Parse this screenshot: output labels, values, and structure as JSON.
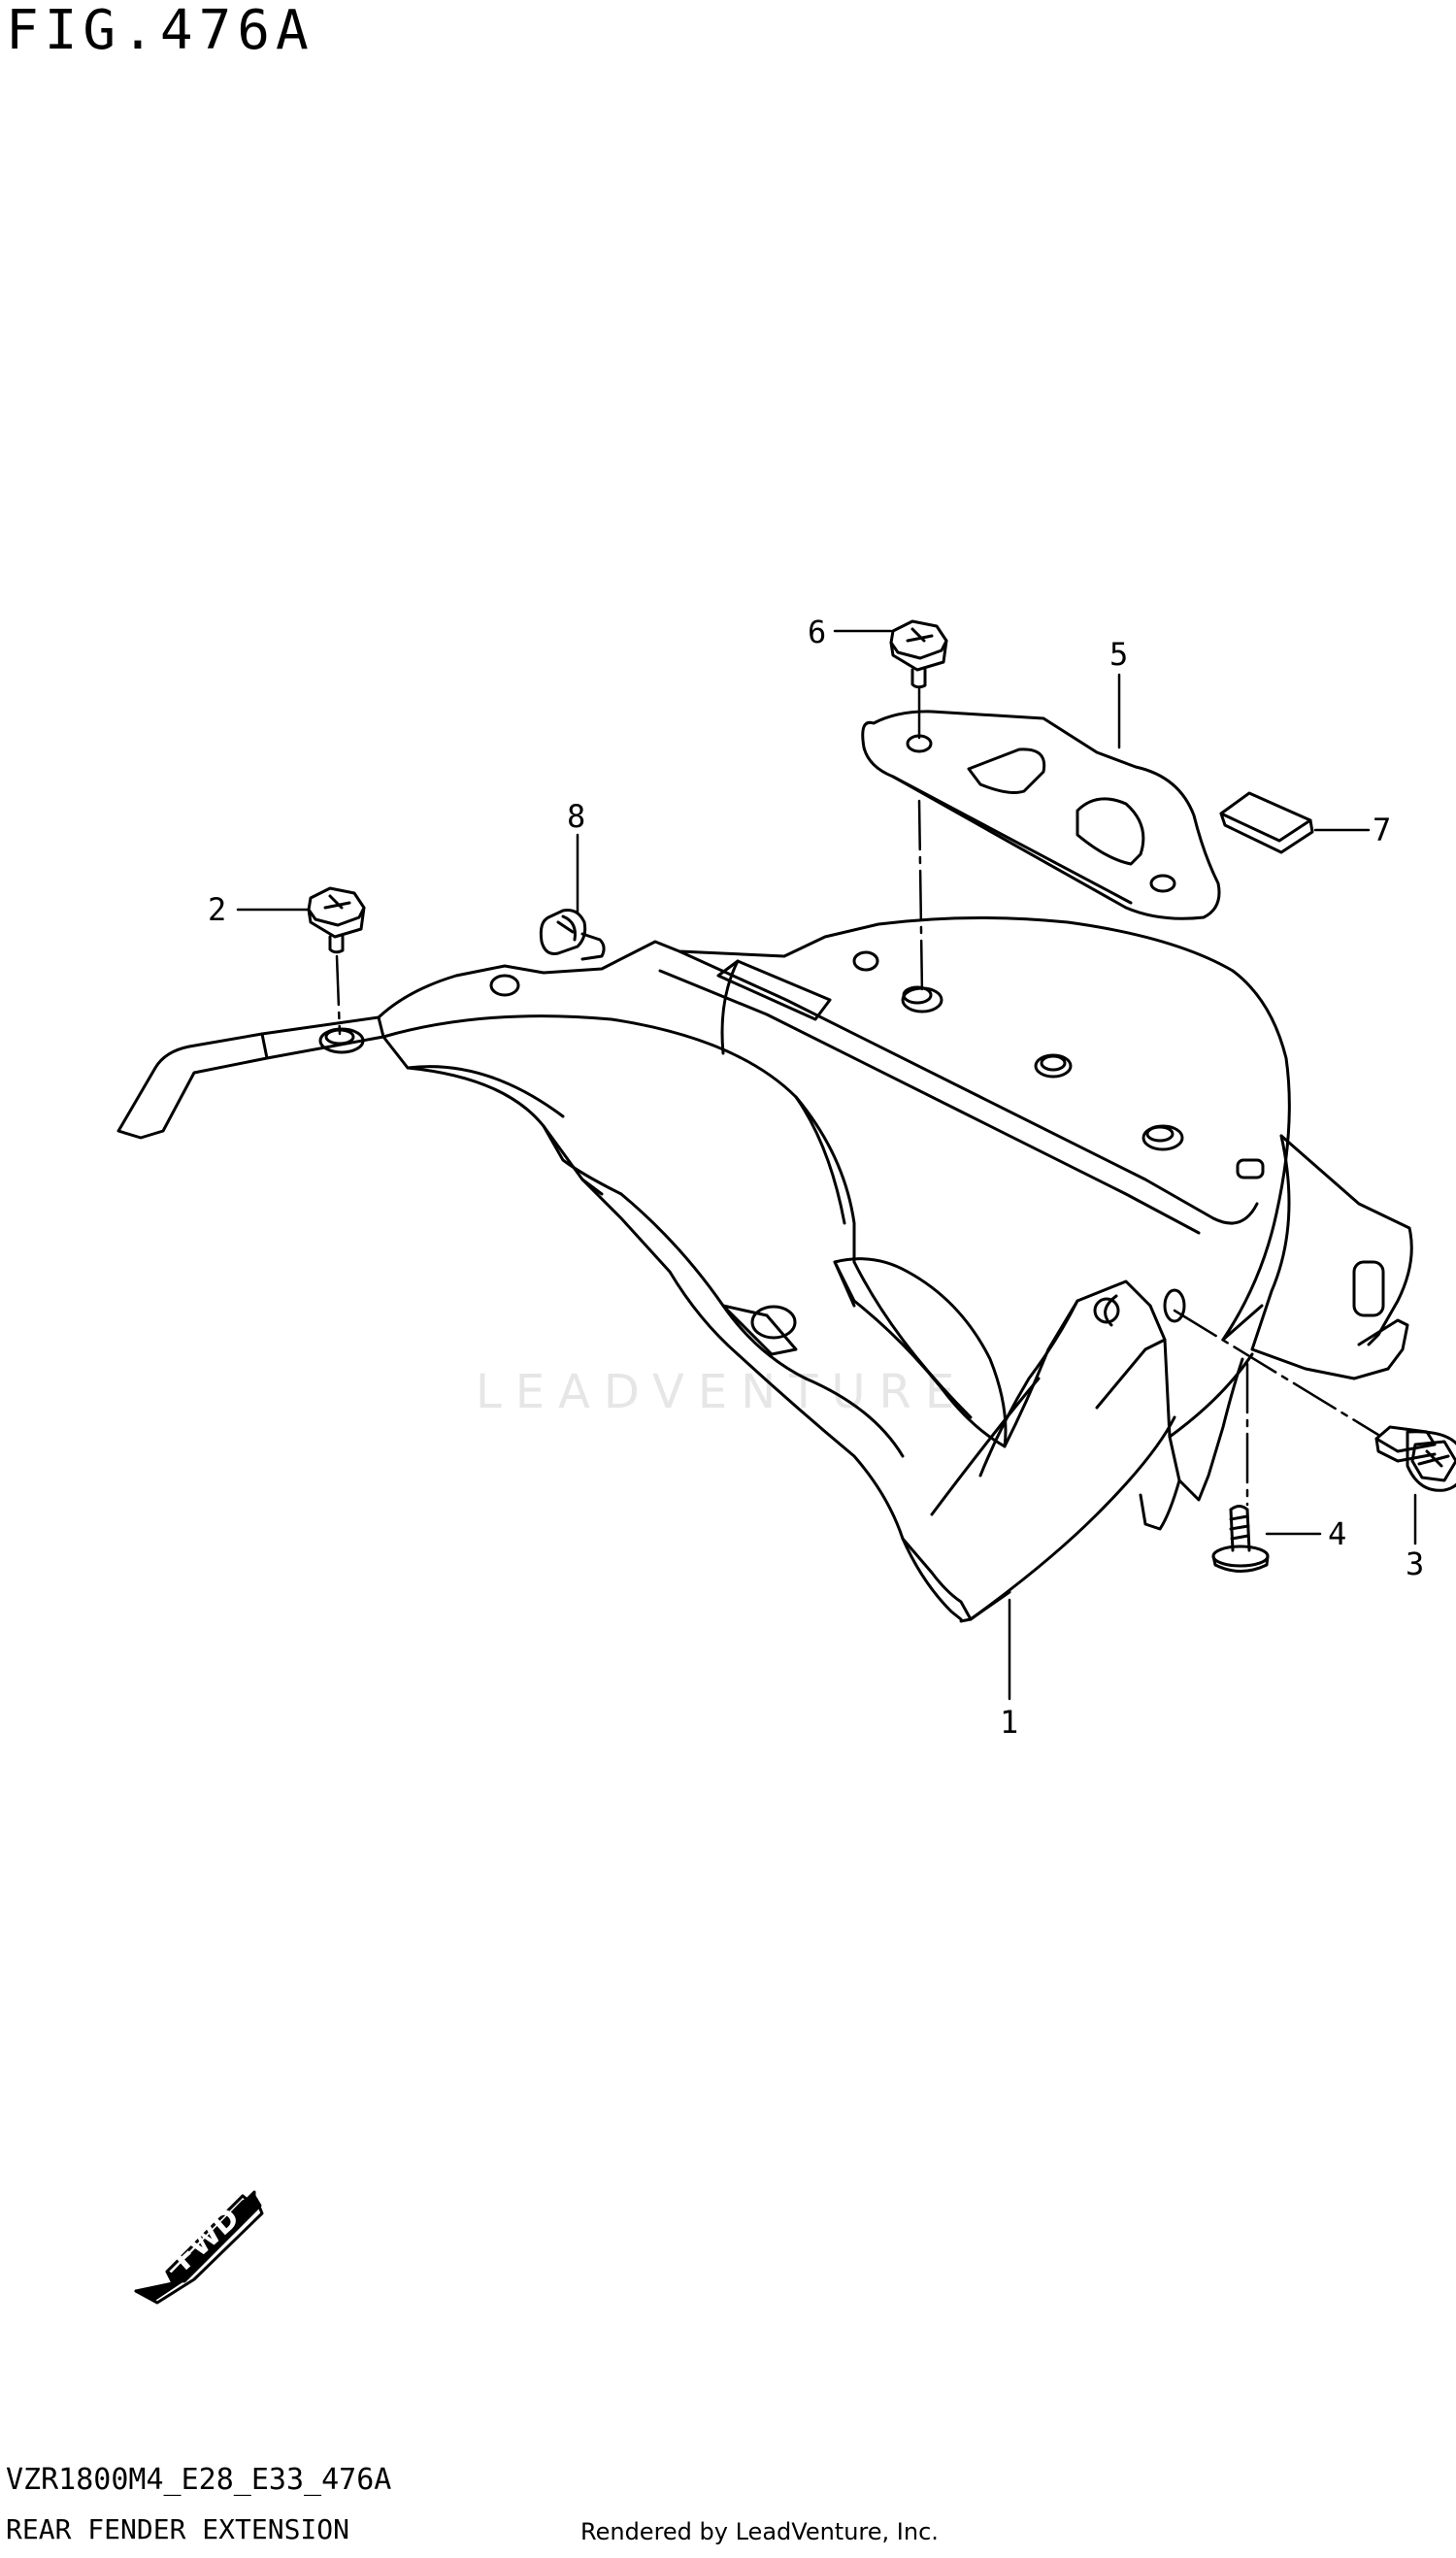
{
  "figure": {
    "title": "FIG.476A",
    "model_code": "VZR1800M4_E28_E33_476A",
    "assembly_name": "REAR FENDER EXTENSION",
    "credit": "Rendered by LeadVenture, Inc.",
    "watermark": "LEADVENTURE",
    "fwd_label": "FWD"
  },
  "callouts": [
    {
      "id": "1"
    },
    {
      "id": "2"
    },
    {
      "id": "3"
    },
    {
      "id": "4"
    },
    {
      "id": "5"
    },
    {
      "id": "6"
    },
    {
      "id": "7"
    },
    {
      "id": "8"
    }
  ]
}
